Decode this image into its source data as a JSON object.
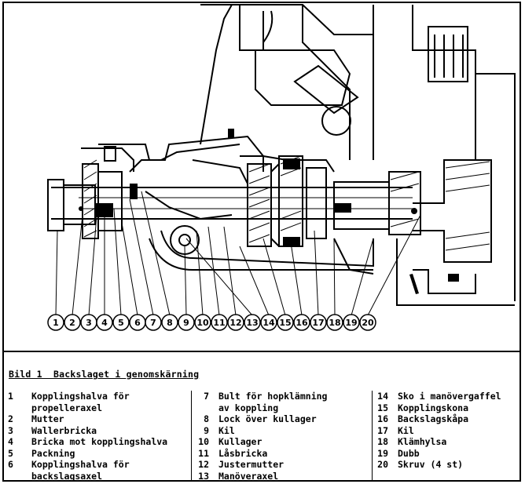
{
  "caption": "Bild 1  Backslaget i genomskärning",
  "callouts": [
    "1",
    "2",
    "3",
    "4",
    "5",
    "6",
    "7",
    "8",
    "9",
    "10",
    "11",
    "12",
    "13",
    "14",
    "15",
    "16",
    "17",
    "18",
    "19",
    "20"
  ],
  "legend": {
    "col1": [
      {
        "num": "1",
        "lines": [
          "Kopplingshalva för",
          "propelleraxel"
        ]
      },
      {
        "num": "2",
        "lines": [
          "Mutter"
        ]
      },
      {
        "num": "3",
        "lines": [
          "Wallerbricka"
        ]
      },
      {
        "num": "4",
        "lines": [
          "Bricka mot kopplingshalva"
        ]
      },
      {
        "num": "5",
        "lines": [
          "Packning"
        ]
      },
      {
        "num": "6",
        "lines": [
          "Kopplingshalva för",
          "backslagsaxel"
        ]
      }
    ],
    "col2": [
      {
        "num": "7",
        "lines": [
          "Bult för hopklämning",
          "av koppling"
        ]
      },
      {
        "num": "8",
        "lines": [
          "Lock över kullager"
        ]
      },
      {
        "num": "9",
        "lines": [
          "Kil"
        ]
      },
      {
        "num": "10",
        "lines": [
          "Kullager"
        ]
      },
      {
        "num": "11",
        "lines": [
          "Låsbricka"
        ]
      },
      {
        "num": "12",
        "lines": [
          "Justermutter"
        ]
      },
      {
        "num": "13",
        "lines": [
          "Manöveraxel"
        ]
      }
    ],
    "col3": [
      {
        "num": "14",
        "lines": [
          "Sko i manövergaffel"
        ]
      },
      {
        "num": "15",
        "lines": [
          "Kopplingskona"
        ]
      },
      {
        "num": "16",
        "lines": [
          "Backslagskåpa"
        ]
      },
      {
        "num": "17",
        "lines": [
          "Kil"
        ]
      },
      {
        "num": "18",
        "lines": [
          "Klämhylsa"
        ]
      },
      {
        "num": "19",
        "lines": [
          "Dubb"
        ]
      },
      {
        "num": "20",
        "lines": [
          "Skruv (4 st)"
        ]
      }
    ]
  }
}
